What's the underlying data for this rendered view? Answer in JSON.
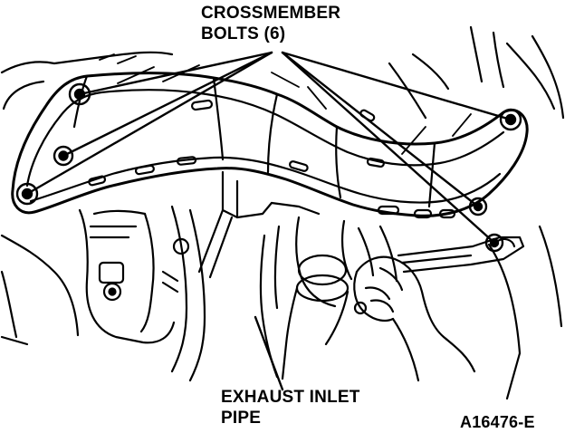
{
  "callouts": {
    "crossmember_bolts": {
      "line1": "CROSSMEMBER",
      "line2": "BOLTS (6)"
    },
    "exhaust_inlet_pipe": {
      "line1": "EXHAUST INLET",
      "line2": "PIPE"
    }
  },
  "figure_id": "A16476-E",
  "colors": {
    "ink": "#000000",
    "paper": "#ffffff"
  }
}
